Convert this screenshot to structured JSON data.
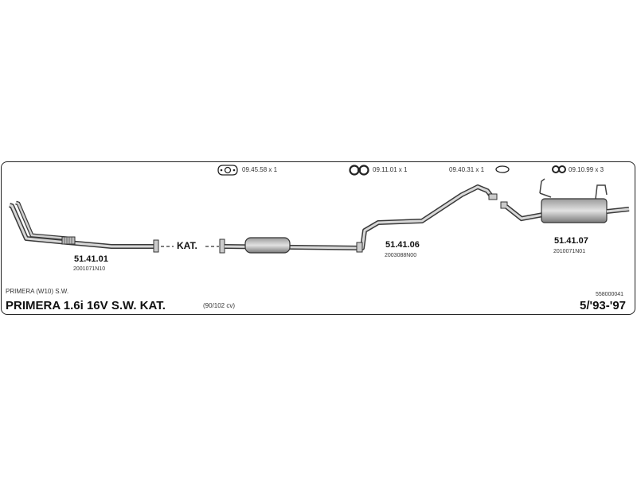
{
  "accessories": [
    {
      "icon": "flange-gasket-icon",
      "label": "09.45.58 x 1"
    },
    {
      "icon": "double-clamp-icon",
      "label": "09.11.01 x 1"
    },
    {
      "icon": "o-ring-icon",
      "label": "09.40.31 x 1"
    },
    {
      "icon": "rubber-hanger-icon",
      "label": "09.10.99 x 3"
    }
  ],
  "parts": [
    {
      "number": "51.41.01",
      "code": "2001071N10"
    },
    {
      "number": "51.41.06",
      "code": "2003088N00"
    },
    {
      "number": "51.41.07",
      "code": "2010071N01"
    }
  ],
  "kat_label": "KAT.",
  "vehicle": {
    "model_line": "PRIMERA (W10) S.W.",
    "title": "PRIMERA 1.6i 16V S.W. KAT.",
    "power": "(90/102 cv)",
    "catalog_number": "558000041",
    "years": "5/'93-'97"
  }
}
